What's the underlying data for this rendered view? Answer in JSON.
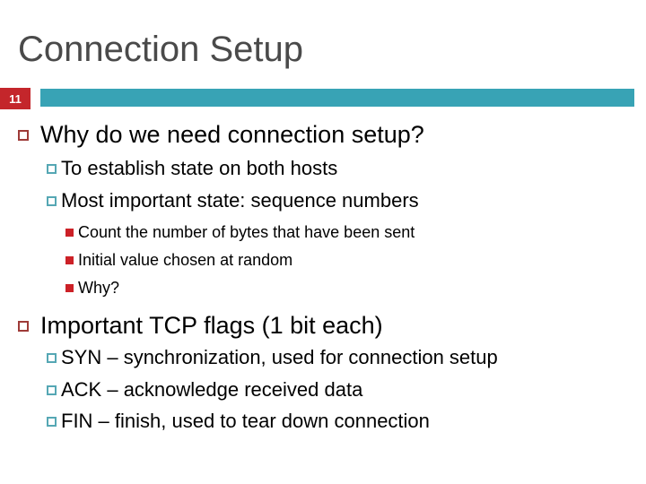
{
  "slide": {
    "title": "Connection Setup",
    "slide_number": "11",
    "colors": {
      "title_gray": "#4a4a4a",
      "slide_number_badge_red": "#c4262b",
      "accent_bar_teal": "#38a3b5",
      "level1_bullet_border_red": "#9e3b38",
      "level2_bullet_border_teal": "#55a7b4",
      "level3_bullet_fill_red": "#cc2127",
      "body_text": "#000000"
    },
    "bullet_icons": {
      "level1": "hollow-square-red",
      "level2": "hollow-square-teal",
      "level3": "filled-square-red"
    },
    "sections": [
      {
        "heading": "Why do we need connection setup?",
        "sub_bullets": [
          "To establish state on both hosts",
          "Most important state: sequence numbers"
        ],
        "sub_sub_bullets": [
          "Count the number of bytes that have been sent",
          "Initial value chosen at random",
          "Why?"
        ]
      },
      {
        "heading": "Important TCP flags (1 bit each)",
        "sub_bullets": [
          "SYN – synchronization, used for connection setup",
          "ACK – acknowledge received data",
          "FIN – finish, used to tear down connection"
        ]
      }
    ]
  }
}
